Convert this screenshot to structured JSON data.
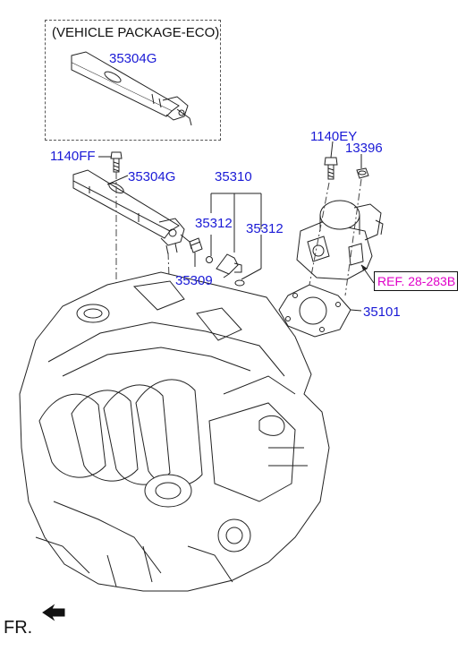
{
  "vehicle_package": {
    "title": "(VEHICLE PACKAGE-ECO)"
  },
  "labels": {
    "rail_eco": "35304G",
    "bolt_1140ff": "1140FF",
    "rail_main": "35304G",
    "injector_group": "35310",
    "oring_left": "35312",
    "oring_right": "35312",
    "clip": "35309",
    "bolt_1140ey": "1140EY",
    "nut_13396": "13396",
    "gasket": "35101",
    "ref": "REF. 28-283B"
  },
  "direction": {
    "front": "FR."
  },
  "colors": {
    "part_number": "#1a1ad6",
    "reference": "#e000c8",
    "line": "#222222"
  }
}
